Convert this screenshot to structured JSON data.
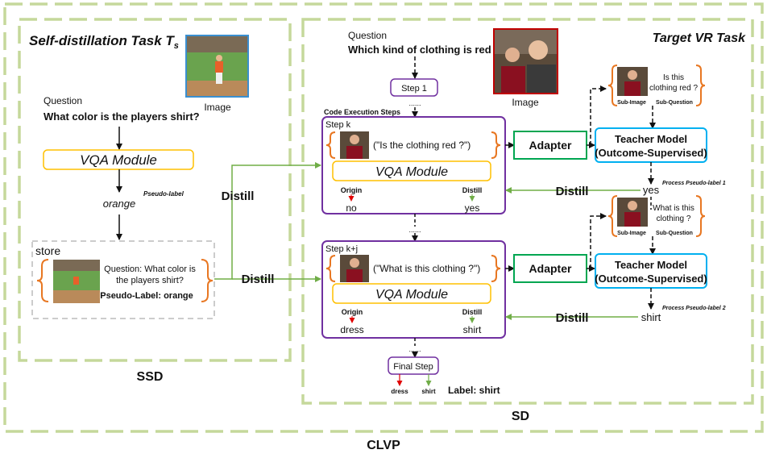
{
  "titles": {
    "ssd_task": "Self-distillation Task T",
    "ssd_task_sub": "s",
    "target_task": "Target VR Task",
    "ssd": "SSD",
    "sd": "SD",
    "clvp": "CLVP"
  },
  "left": {
    "image_label": "Image",
    "question_label": "Question",
    "question": "What color is the players shirt?",
    "vqa": "VQA Module",
    "pseudo_label_tag": "Pseudo-label",
    "pseudo_label": "orange",
    "store": "store",
    "store_q1": "Question: What color is",
    "store_q2": "the players shirt?",
    "store_label": "Pseudo-Label: orange"
  },
  "center": {
    "question_label": "Question",
    "question": "Which kind of clothing is red ?",
    "image_label": "Image",
    "step1": "Step 1",
    "dots": "......",
    "code_steps": "Code Execution Steps",
    "stepk": "Step k",
    "stepk_call": "(\"Is the clothing red ?\")",
    "vqa": "VQA Module",
    "origin": "Origin",
    "distill": "Distill",
    "stepk_origin": "no",
    "stepk_distill": "yes",
    "stepkj": "Step k+j",
    "stepkj_call": "(\"What is this clothing ?\")",
    "stepkj_origin": "dress",
    "stepkj_distill": "shirt",
    "final": "Final Step",
    "final_a": "dress",
    "final_b": "shirt",
    "label": "Label: shirt",
    "distill_big": "Distill"
  },
  "right": {
    "adapter": "Adapter",
    "teacher1": "Teacher Model",
    "teacher2": "(Outcome-Supervised)",
    "subq1_l1": "Is this",
    "subq1_l2": "clothing red ?",
    "subq2_l1": "What is this",
    "subq2_l2": "clothing ?",
    "subimage": "Sub-Image",
    "subquestion": "Sub-Question",
    "ans1": "yes",
    "ans2": "shirt",
    "ppl1": "Process Pseudo-label 1",
    "ppl2": "Process Pseudo-label 2",
    "distill": "Distill"
  },
  "colors": {
    "green_border": "#c5d89b",
    "orange": "#e87722",
    "purple": "#7030a0",
    "yellow": "#ffc000",
    "green": "#00a651",
    "blue": "#00b0f0",
    "arrow_green": "#70ad47",
    "red": "#e00000"
  }
}
